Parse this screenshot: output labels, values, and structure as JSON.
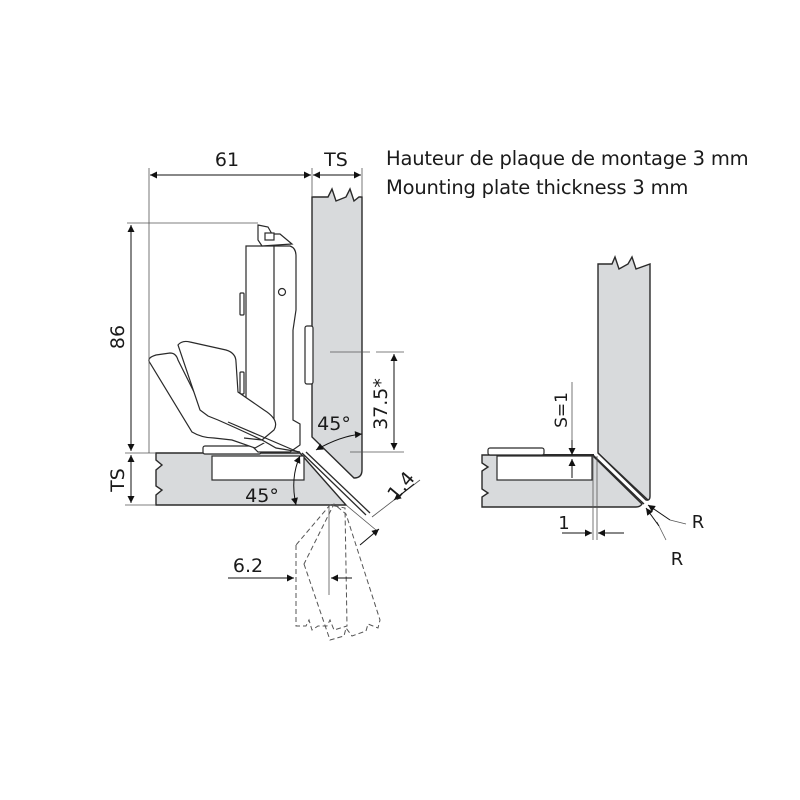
{
  "notes": {
    "line_fr": "Hauteur de plaque de montage 3 mm",
    "line_en": "Mounting plate thickness 3 mm"
  },
  "main_view": {
    "dimensions": {
      "width": "61",
      "door_thickness": "TS",
      "height": "86",
      "side_thickness": "TS",
      "offset": "37.5*",
      "angle_top": "45°",
      "angle_bottom": "45°",
      "gap": "1.4",
      "swing_offset": "6.2"
    }
  },
  "detail_view": {
    "dimensions": {
      "plate_spacing": "S=1",
      "edge_offset": "1",
      "radius_1": "R",
      "radius_2": "R"
    }
  },
  "colors": {
    "panel_fill": "#d8dadc",
    "line": "#2a2a2a",
    "dim_line": "#555555",
    "background": "#ffffff"
  }
}
